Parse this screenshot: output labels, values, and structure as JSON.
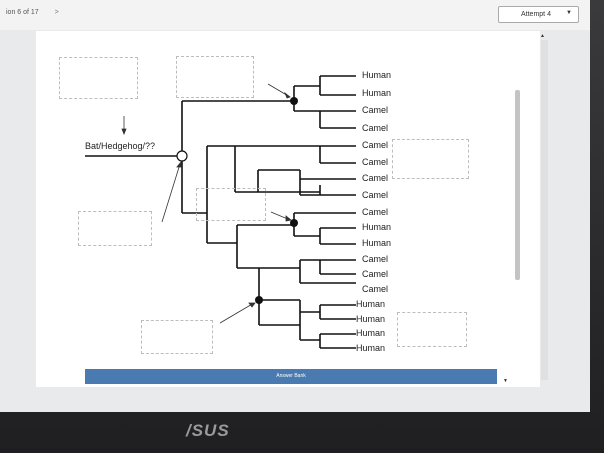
{
  "header": {
    "question_nav": "ion 6 of 17",
    "next_arrow": ">",
    "attempt_label": "Attempt 4",
    "attempt_caret": "▼"
  },
  "tree": {
    "root_label": "Bat/Hedgehog/??",
    "leaves": [
      "Human",
      "Human",
      "Camel",
      "Camel",
      "Camel",
      "Camel",
      "Camel",
      "Camel",
      "Camel",
      "Human",
      "Human",
      "Camel",
      "Camel",
      "Camel",
      "Human",
      "Human",
      "Human",
      "Human"
    ]
  },
  "answer_bank": {
    "label": "Answer Bank"
  },
  "scroll": {
    "up": "▲",
    "down": "▼"
  },
  "brand": {
    "logo": "/SUS"
  }
}
